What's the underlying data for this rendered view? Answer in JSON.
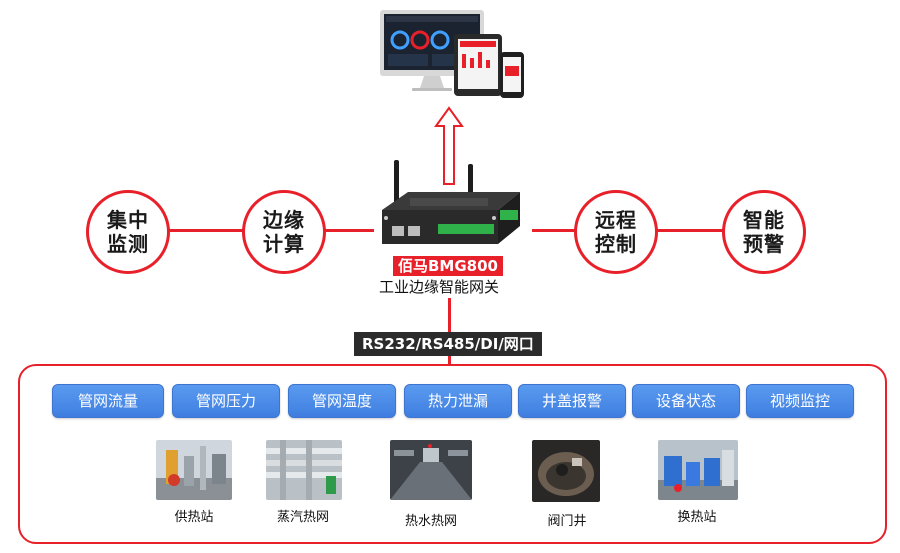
{
  "left_features": [
    {
      "line1": "集中",
      "line2": "监测"
    },
    {
      "line1": "边缘",
      "line2": "计算"
    }
  ],
  "right_features": [
    {
      "line1": "远程",
      "line2": "控制"
    },
    {
      "line1": "智能",
      "line2": "预警"
    }
  ],
  "gateway": {
    "model": "佰马BMG800",
    "description": "工业边缘智能网关"
  },
  "interfaces": "RS232/RS485/DI/网口",
  "monitoring_items": [
    "管网流量",
    "管网压力",
    "管网温度",
    "热力泄漏",
    "井盖报警",
    "设备状态",
    "视频监控"
  ],
  "sites": [
    "供热站",
    "蒸汽热网",
    "热水热网",
    "阀门井",
    "换热站"
  ],
  "colors": {
    "accent": "#e8202a",
    "tag_blue": "#4a8ae8",
    "label_dark": "#2b2b2b"
  }
}
